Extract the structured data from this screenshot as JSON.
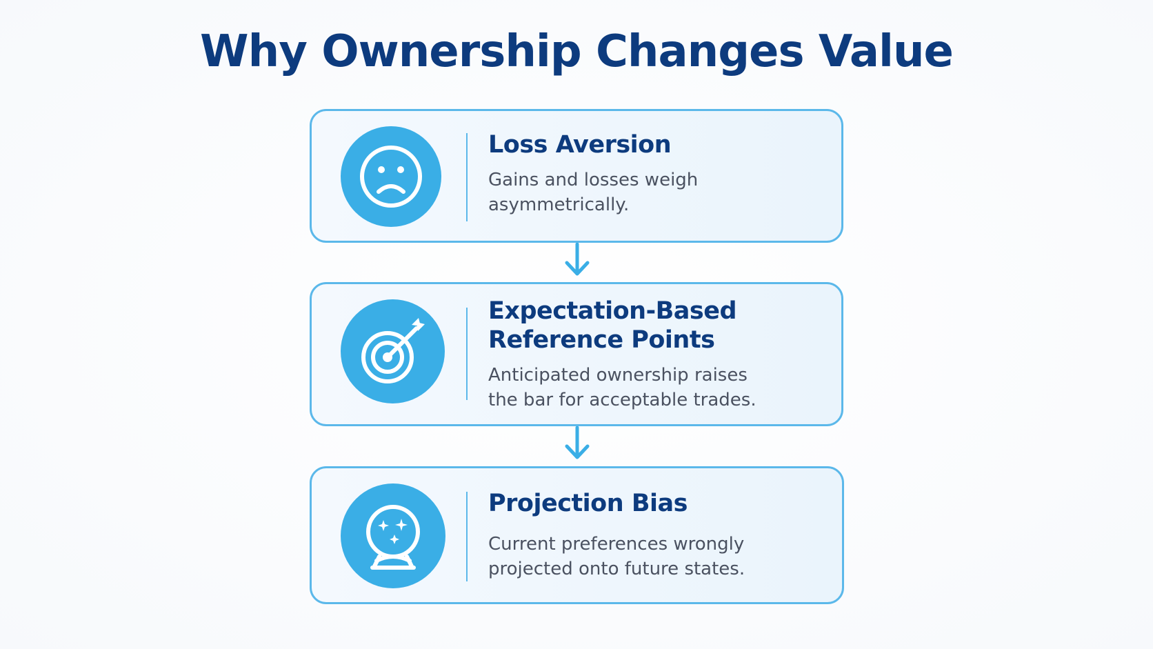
{
  "title": "Why Ownership Changes Value",
  "colors": {
    "title": "#0d3b7e",
    "accent": "#3aaee6",
    "border": "#5bb8ea",
    "text": "#4a5160"
  },
  "steps": [
    {
      "icon": "sad-face-icon",
      "title": "Loss Aversion",
      "description": "Gains and losses weigh\nasymmetrically."
    },
    {
      "icon": "target-arrow-icon",
      "title": "Expectation-Based\nReference Points",
      "description": "Anticipated ownership raises\nthe bar for acceptable trades."
    },
    {
      "icon": "crystal-ball-icon",
      "title": "Projection Bias",
      "description": "Current preferences wrongly\nprojected onto future states."
    }
  ]
}
